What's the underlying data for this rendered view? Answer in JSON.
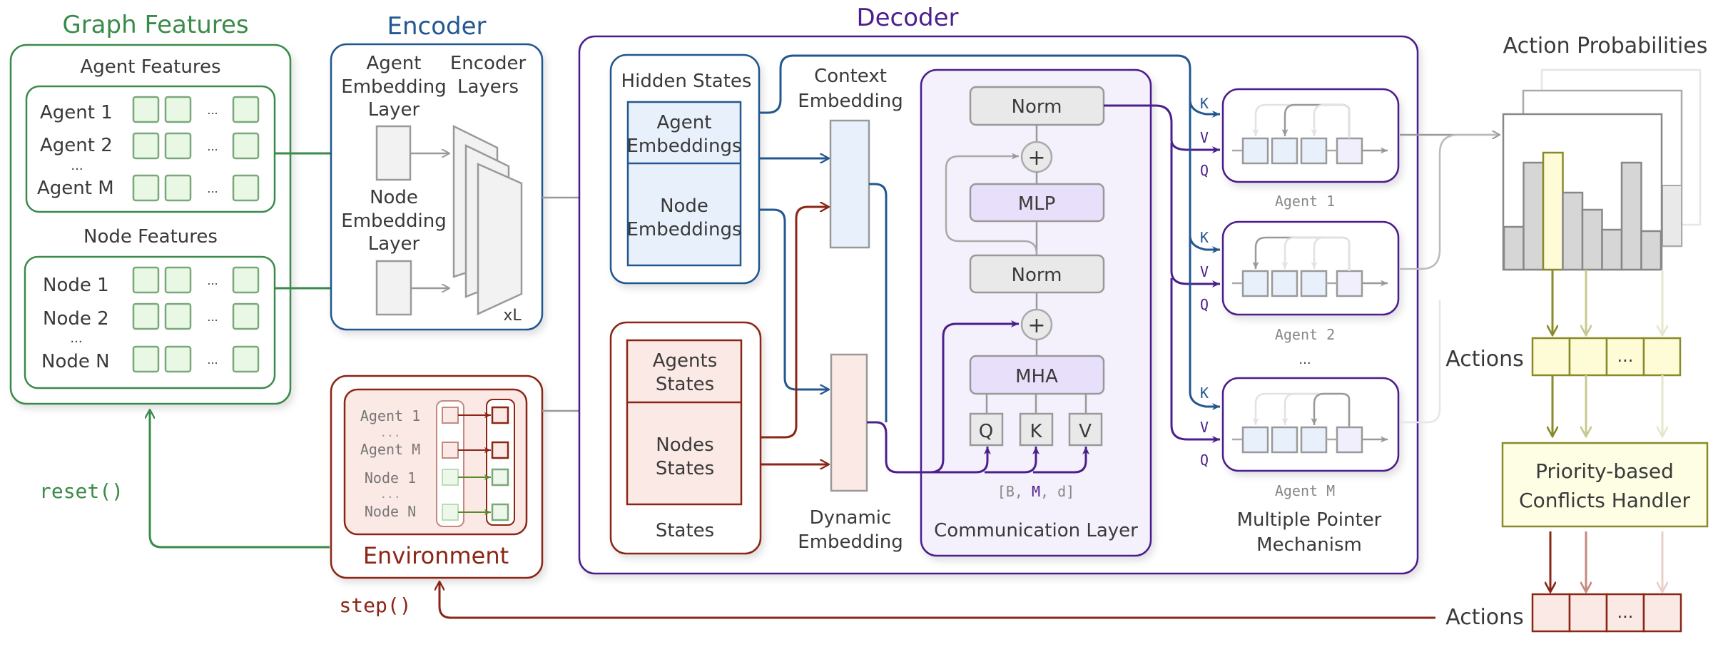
{
  "colors": {
    "green": "#3a8a4a",
    "blue": "#23578f",
    "purple": "#4b1f8c",
    "red": "#8b2516",
    "olive": "#8a8a2a",
    "gray": "#999999"
  },
  "graph_features": {
    "title": "Graph Features",
    "agent_section": "Agent Features",
    "agent_rows": [
      "Agent 1",
      "Agent 2",
      "Agent M"
    ],
    "node_section": "Node Features",
    "node_rows": [
      "Node 1",
      "Node 2",
      "Node N"
    ],
    "ellipsis": "..."
  },
  "encoder": {
    "title": "Encoder",
    "agent_embedding_label": [
      "Agent",
      "Embedding",
      "Layer"
    ],
    "node_embedding_label": [
      "Node",
      "Embedding",
      "Layer"
    ],
    "encoder_layers_label": [
      "Encoder",
      "Layers"
    ],
    "repeat": "xL"
  },
  "environment": {
    "title": "Environment",
    "rows": [
      "Agent 1",
      "...",
      "Agent M",
      "Node 1",
      "...",
      "Node N"
    ],
    "reset": "reset()",
    "step": "step()"
  },
  "decoder": {
    "title": "Decoder",
    "hidden_states": {
      "title": "Hidden States",
      "agent": [
        "Agent",
        "Embeddings"
      ],
      "node": [
        "Node",
        "Embeddings"
      ]
    },
    "states": {
      "title": "States",
      "agents": [
        "Agents",
        "States"
      ],
      "nodes": [
        "Nodes",
        "States"
      ]
    },
    "context_embedding": [
      "Context",
      "Embedding"
    ],
    "dynamic_embedding": [
      "Dynamic",
      "Embedding"
    ],
    "communication_layer": {
      "title": "Communication Layer",
      "norm_top": "Norm",
      "mlp": "MLP",
      "norm_mid": "Norm",
      "mha": "MHA",
      "plus": "+",
      "q": "Q",
      "k": "K",
      "v": "V",
      "shape_open": "[B, ",
      "shape_m": "M",
      "shape_close": ", d]"
    },
    "pointer": {
      "title": [
        "Multiple Pointer",
        "Mechanism"
      ],
      "agents": [
        "Agent 1",
        "Agent 2",
        "Agent M"
      ],
      "ellipsis": "...",
      "k": "K",
      "v": "V",
      "q": "Q"
    }
  },
  "output": {
    "action_probabilities": "Action Probabilities",
    "actions_label": "Actions",
    "actions_ellipsis": "...",
    "conflict_handler": [
      "Priority-based",
      "Conflicts Handler"
    ],
    "final_actions_label": "Actions",
    "bar_chart_values": [
      0.3,
      0.75,
      0.82,
      0.54,
      0.42,
      0.28,
      0.75,
      0.27
    ],
    "selected_bar": 2
  }
}
